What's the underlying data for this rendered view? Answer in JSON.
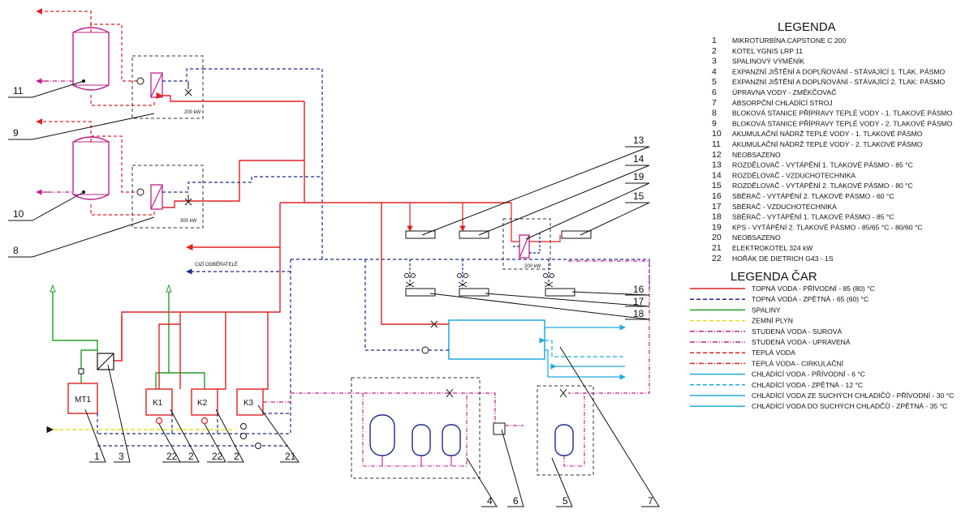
{
  "legend": {
    "title": "LEGENDA",
    "items": [
      {
        "num": "1",
        "text": "MIKROTURBÍNA CAPSTONE C 200"
      },
      {
        "num": "2",
        "text": "KOTEL YGNIS LRP 11"
      },
      {
        "num": "3",
        "text": "SPALINOVÝ VÝMĚNÍK"
      },
      {
        "num": "4",
        "text": "EXPANZNÍ JIŠTĚNÍ A DOPLŇOVÁNÍ - STÁVAJÍCÍ 1. TLAK. PÁSMO"
      },
      {
        "num": "5",
        "text": "EXPANZNÍ JIŠTĚNÍ A DOPLŇOVÁNÍ - STÁVAJÍCÍ 2. TLAK: PÁSMO"
      },
      {
        "num": "6",
        "text": "ÚPRAVNA VODY - ZMĚKČOVAČ"
      },
      {
        "num": "7",
        "text": "ABSORPČNÍ CHLADÍCÍ STROJ"
      },
      {
        "num": "8",
        "text": "BLOKOVÁ STANICE PŘÍPRAVY TEPLÉ VODY - 1. TLAKOVÉ PÁSMO"
      },
      {
        "num": "9",
        "text": "BLOKOVÁ STANICE PŘÍPRAVY TEPLÉ VODY - 2. TLAKOVÉ PÁSMO"
      },
      {
        "num": "10",
        "text": "AKUMULAČNÍ NÁDRŽ TEPLÉ VODY - 1. TLAKOVÉ PÁSMO"
      },
      {
        "num": "11",
        "text": "AKUMULAČNÍ NÁDRŽ TEPLÉ VODY - 2. TLAKOVÉ PÁSMO"
      },
      {
        "num": "12",
        "text": "NEOBSAZENO"
      },
      {
        "num": "13",
        "text": "ROZDĚLOVAČ - VYTÁPĚNÍ 1. TLAKOVÉ PÁSMO - 85 °C"
      },
      {
        "num": "14",
        "text": "ROZDĚLOVAČ - VZDUCHOTECHNIKA"
      },
      {
        "num": "15",
        "text": "ROZDĚLOVAČ - VYTÁPĚNÍ 2. TLAKOVÉ PÁSMO - 80 °C"
      },
      {
        "num": "16",
        "text": "SBĚRAČ - VYTÁPĚNÍ 2. TLAKOVÉ PÁSMO - 60 °C"
      },
      {
        "num": "17",
        "text": "SBĚRAČ - VZDUCHOTECHNIKA"
      },
      {
        "num": "18",
        "text": "SBĚRAČ - VYTÁPĚNÍ 1. TLAKOVÉ PÁSMO - 85 °C"
      },
      {
        "num": "19",
        "text": "KPS - VYTÁPĚNÍ 2. TLAKOVÉ PÁSMO - 85/65 °C - 80/60 °C"
      },
      {
        "num": "20",
        "text": "NEOBSAZENO"
      },
      {
        "num": "21",
        "text": "ELEKTROKOTEL 324 kW"
      },
      {
        "num": "22",
        "text": "HOŘÁK DE DIETRICH G43 - 1S"
      }
    ]
  },
  "line_legend": {
    "title": "LEGENDA ČAR",
    "items": [
      {
        "text": "TOPNÁ VODA - PŘÍVODNÍ - 85 (80) °C",
        "color": "#e02020",
        "style": "solid"
      },
      {
        "text": "TOPNÁ VODA - ZPĚTNÁ - 65 (60) °C",
        "color": "#1a2a8c",
        "style": "dashed"
      },
      {
        "text": "SPALINY",
        "color": "#22a022",
        "style": "solid"
      },
      {
        "text": "ZEMNÍ PLYN",
        "color": "#e8e020",
        "style": "dashed"
      },
      {
        "text": "STUDENÁ VODA - SUROVÁ",
        "color": "#c0208c",
        "style": "dashdot"
      },
      {
        "text": "STUDENÁ VODA - UPRAVENÁ",
        "color": "#c0208c",
        "style": "dashdot2"
      },
      {
        "text": "TEPLÁ VODA",
        "color": "#e02020",
        "style": "dashed"
      },
      {
        "text": "TEPLÁ VODA - CIRKULAČNÍ",
        "color": "#e02020",
        "style": "dashdot"
      },
      {
        "text": "CHLADÍCÍ VODA - PŘÍVODNÍ - 6 °C",
        "color": "#20a8e0",
        "style": "solid"
      },
      {
        "text": "CHLADÍCÍ VODA - ZPĚTNÁ - 12 °C",
        "color": "#20a8e0",
        "style": "dashed"
      },
      {
        "text": "CHLADÍCÍ VODA ZE SUCHÝCH CHLADIČŮ - PŘÍVODNÍ - 30 °C",
        "color": "#20a8e0",
        "style": "solid"
      },
      {
        "text": "CHLADÍCÍ VODA  DO SUCHÝCH CHLADČŮ - ZPĚTNÁ - 35 °C",
        "color": "#20a8e0",
        "style": "solid"
      }
    ]
  },
  "equipment": {
    "mt1": "MT1",
    "k1": "K1",
    "k2": "K2",
    "k3": "K3",
    "power_upper": "200 kW",
    "power_lower": "300 kW",
    "power_kps": "200 kW",
    "consumers": "CIZÍ ODBĚRATELÉ"
  },
  "callouts": {
    "c11": "11",
    "c9": "9",
    "c10": "10",
    "c8": "8",
    "c13": "13",
    "c14": "14",
    "c19": "19",
    "c15": "15",
    "c16": "16",
    "c17": "17",
    "c18": "18",
    "c1": "1",
    "c3": "3",
    "c22a": "22",
    "c2a": "2",
    "c22b": "22",
    "c2b": "2",
    "c21": "21",
    "c4": "4",
    "c6": "6",
    "c5": "5",
    "c7": "7"
  }
}
